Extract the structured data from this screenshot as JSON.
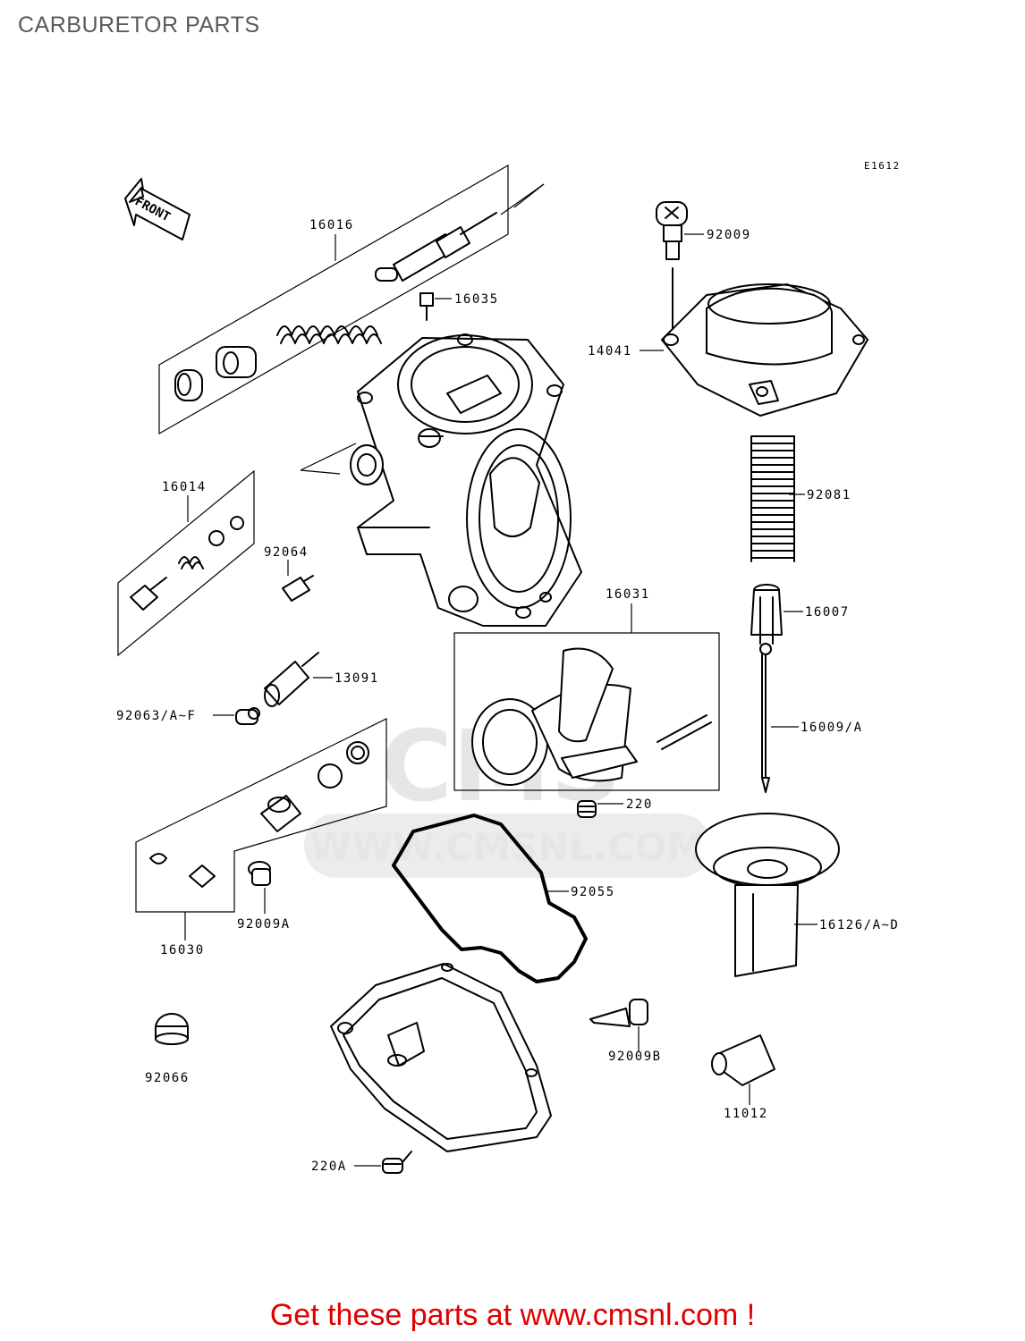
{
  "page_title": "CARBURETOR PARTS",
  "diagram_code": "E1612",
  "front_arrow_text": "FRONT",
  "watermark_text": "WWW.CMSNL.COM",
  "watermark_logo_text": "CMS",
  "footer_cta": "Get these parts at www.cmsnl.com !",
  "parts": {
    "p16016": "16016",
    "p16035": "16035",
    "p92009": "92009",
    "p14041": "14041",
    "p16014": "16014",
    "p92064": "92064",
    "p92081": "92081",
    "p16031": "16031",
    "p16007": "16007",
    "p13091": "13091",
    "p92063": "92063/A~F",
    "p16009": "16009/A",
    "p220": "220",
    "p92055": "92055",
    "p92009a": "92009A",
    "p16030": "16030",
    "p16126": "16126/A~D",
    "p92066": "92066",
    "p92009b": "92009B",
    "p11012": "11012",
    "p220a": "220A"
  }
}
